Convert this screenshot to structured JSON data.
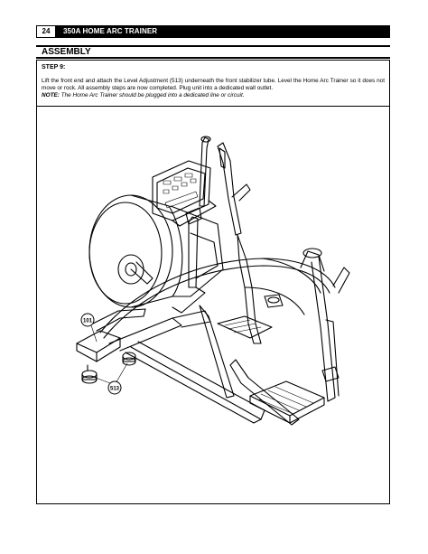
{
  "header": {
    "page_number": "24",
    "title": "350A HOME ARC TRAINER"
  },
  "section": {
    "title": "ASSEMBLY"
  },
  "step": {
    "label": "STEP 9:",
    "text": "Lift the front end and attach the Level Adjustment (513) underneath the front stabilizer tube. Level the Home Arc Trainer so it does not move or rock.  All assembly steps are now completed. Plug unit into a dedicated wall outlet.",
    "note_label": "NOTE:",
    "note_text": " The Home Arc Trainer should be plugged into a dedicated line or circuit."
  },
  "figure": {
    "callouts": [
      {
        "id": "callout-101",
        "label": "101"
      },
      {
        "id": "callout-513",
        "label": "513"
      }
    ]
  }
}
